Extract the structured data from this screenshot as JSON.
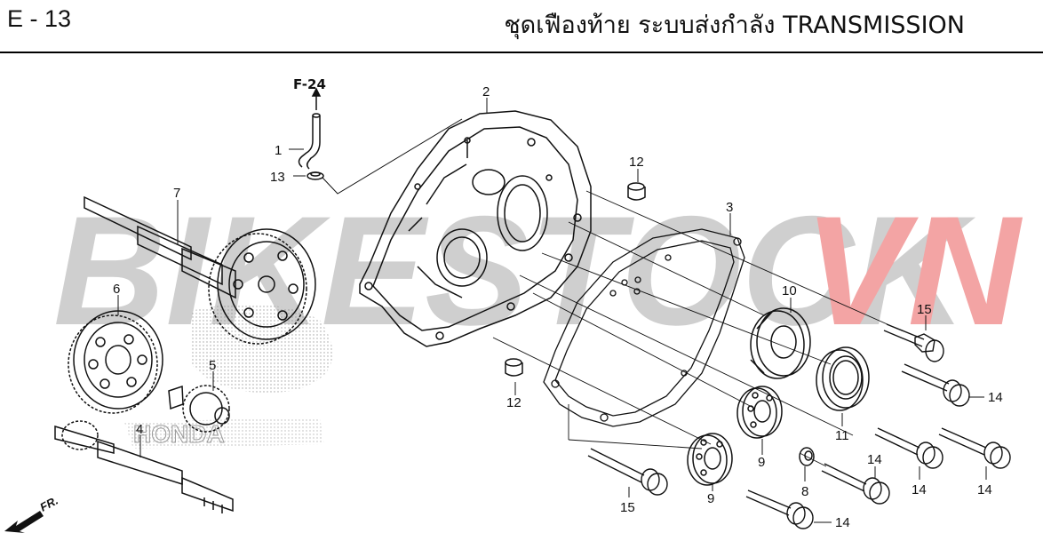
{
  "header": {
    "page_code": "E - 13",
    "title": "ชุดเฟืองท้าย ระบบส่งกำลัง  TRANSMISSION"
  },
  "diagram": {
    "ref": "F-24",
    "front_label": "FR.",
    "watermark": {
      "part1": "BIKESTOCK",
      "part2": "VN"
    },
    "callouts": {
      "c1": "1",
      "c2": "2",
      "c3": "3",
      "c4": "4",
      "c5": "5",
      "c6": "6",
      "c7": "7",
      "c8": "8",
      "c9a": "9",
      "c9b": "9",
      "c10": "10",
      "c11": "11",
      "c12a": "12",
      "c12b": "12",
      "c13": "13",
      "c14a": "14",
      "c14b": "14",
      "c14c": "14",
      "c14d": "14",
      "c14e": "14",
      "c15a": "15",
      "c15b": "15"
    }
  },
  "colors": {
    "watermark_gray": "#c8c8c8",
    "watermark_red": "#f2a2a2",
    "line": "#111111"
  }
}
